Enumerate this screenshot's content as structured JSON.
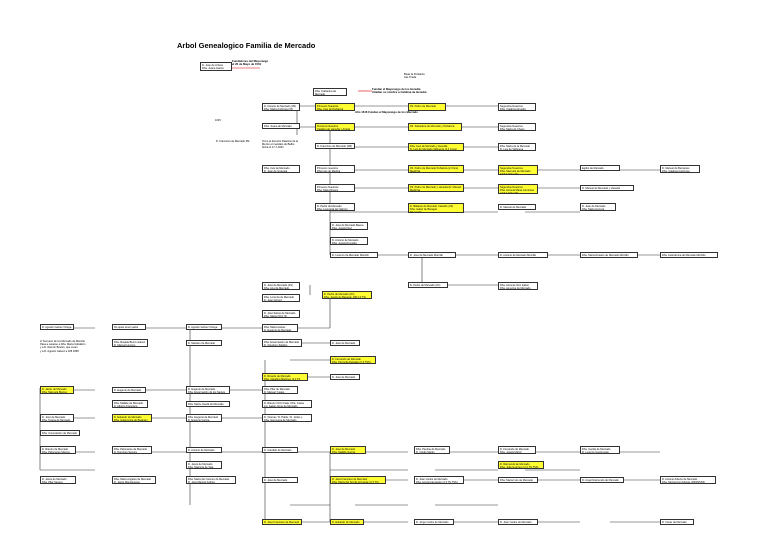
{
  "title": "Arbol Genealogico Familia de Mercado",
  "boxes": [
    {
      "text": "D. Juan de Arrieta\nDña. Juana Garcia",
      "hl": false
    },
    {
      "text": "Dña. Catharina de Mercado\nD. Ramon de Mercado",
      "hl": false
    },
    {
      "text": "D. Antonio de Mercado (3S)\nDña. Maria Ambrosa (3T)",
      "hl": false
    },
    {
      "text": "Primeros Nuestros\nDña. Inés de Peñaloza",
      "hl": true
    },
    {
      "text": "3S. Pedro de Mercado",
      "hl": true
    },
    {
      "text": "Segundos Nuestros\nDña. Catalina Almeida",
      "hl": false
    },
    {
      "text": "Dña. Juana de Mercado",
      "hl": false
    },
    {
      "text": "Terceros Nuestros\nCatalina de Heredia y Arriola (3D)",
      "hl": true
    },
    {
      "text": "3S. Salvadora de Mercado y Peñaloza",
      "hl": true
    },
    {
      "text": "Segundos Nuestros\nDña. Maria de Chaco",
      "hl": false
    },
    {
      "text": "D. Francisco de Mercado (3M)",
      "hl": false
    },
    {
      "text": "Dña. Ines de Mercado y Heredia\nD. Luis de Mercado Valbuena (2.4 Lines)",
      "hl": true
    },
    {
      "text": "Dña. Maria de la Mercado\nD. Luis de Valbuena",
      "hl": false
    },
    {
      "text": "Dña. Inés de Mercado\nD. Juan de Guevara",
      "hl": false
    },
    {
      "text": "Primeros nuestros\nDña Inés de Medina",
      "hl": false
    },
    {
      "text": "3S. Pedro de Mercado Peñaloza (2.3 line)\nMedinSa",
      "hl": true
    },
    {
      "text": "Segundos Nuestros\nDña. Manuela de Mercado\nCASA ASE (2S)",
      "hl": true
    },
    {
      "text": "Egidio de Mercado",
      "hl": false
    },
    {
      "text": "D. Manuel de Berrantes\nDña. Catalina Carrizosa",
      "hl": false
    },
    {
      "text": "Primeros Nuestros\nDña. Maria Rivera",
      "hl": false
    },
    {
      "text": "3S. Pedro de Mercado y Heredia (D. Manuel\nMedinSa",
      "hl": true
    },
    {
      "text": "Segundos Nuestros\nDña. Antonia Maria Carrizosa\nCASA ASE (2S)",
      "hl": true
    },
    {
      "text": "D. Manuel de Mercado y Heredia",
      "hl": false
    },
    {
      "text": "D. Pedro de Mercado\nDña. Leonarda del Valmiro",
      "hl": false
    },
    {
      "text": "D. Baltasar de Mercado Castaño (2S)\nDña. Isabel de Baragan\nRA (2.3 S)",
      "hl": true
    },
    {
      "text": "D. Manuel de Mercado",
      "hl": false
    },
    {
      "text": "D. Juan de Mercado\nDña. Maria Herrera",
      "hl": false
    },
    {
      "text": "D. José de Mercado Baena\nDña. Josefa Díaz",
      "hl": false
    },
    {
      "text": "D. Antonio de Mercado\nDña. Josefa Rovielda",
      "hl": false
    },
    {
      "text": "D. Lorenzo de Mercado Morcillo",
      "hl": false
    },
    {
      "text": "D. José de Mercado Morcillo",
      "hl": false
    },
    {
      "text": "D. Antonio de Mercado Morcillo",
      "hl": false
    },
    {
      "text": "Dña. María Rosario de Mercado Morcillo",
      "hl": false
    },
    {
      "text": "Dña. Asterdonna de Mercado Morcillo",
      "hl": false
    },
    {
      "text": "D. José de Mercado (2S)\nDña. Ana de Mercado",
      "hl": false
    },
    {
      "text": "D. Pedro de Mercado (2C)",
      "hl": false
    },
    {
      "text": "Dña. Antonia Ortiz Isabel\nDña. Agustina de Mercado",
      "hl": false
    },
    {
      "text": "D. Pedro de Mercado (2C)\nDña. Josefa de Baragan (2B 2.3 TS)",
      "hl": true
    },
    {
      "text": "Dña. Lorenza de Mercado\nD. Juan Gómez",
      "hl": false
    },
    {
      "text": "D. José Sebas de Mercado\nDña. María Ortiz (2)",
      "hl": false
    },
    {
      "text": "D. Agustin Galvez Ortega",
      "hl": false
    },
    {
      "text": "No quiso tener padre",
      "hl": false
    },
    {
      "text": "D. Agustin Galvez Ortega",
      "hl": false
    },
    {
      "text": "Dña. Maria Galvez\nD. Eugenio de Mercado",
      "hl": false
    },
    {
      "text": "Dña. Rosalia Bruno Galvez\nD. Manuel Herrero",
      "hl": false
    },
    {
      "text": "D. Mariano de Mercado",
      "hl": false
    },
    {
      "text": "Dña. Encarnación de Mercado\nD. Cleodoro Zaldaro",
      "hl": false
    },
    {
      "text": "D. José de Mercado",
      "hl": false
    },
    {
      "text": "D. Fernando de Mercado\nDña. Petronila Delgado (2.3 TSS)",
      "hl": true
    },
    {
      "text": "D. Ricardo de Mercado\nDña. Claudina Martinez (2.3 TS TSS)",
      "hl": true
    },
    {
      "text": "D. José de Mercado",
      "hl": false
    },
    {
      "text": "D. Javier de Mercado\nDña. Manuela Bustos",
      "hl": true
    },
    {
      "text": "D. Eugenio de Mercado",
      "hl": false
    },
    {
      "text": "D. Eugenio de Mercado\nDña. Encarnación de los Santos",
      "hl": false
    },
    {
      "text": "Dña. Pilar de Mercado\nD. Manuel Yustes",
      "hl": false
    },
    {
      "text": "Dña. Matilde de Mercado\nD. Alberto Francisco",
      "hl": false
    },
    {
      "text": "Dña. María Josefa de Mercado",
      "hl": false
    },
    {
      "text": "D. Ramón Ortiz Fraile, Dña. Juana\nLG. Isabel Jorge de Mercado",
      "hl": false
    },
    {
      "text": "D. José de Mercado\nDña. Teresa de Mercado",
      "hl": false
    },
    {
      "text": "D. Eduardo de Mercado\nDña. Guillermina de Baragan",
      "hl": true
    },
    {
      "text": "Dña. Eugenia de Mercado\nD. Eugenio García",
      "hl": false
    },
    {
      "text": "D. Vicente / D. Pablo / D. Julian y\nDña. Genoveva de Mercado",
      "hl": false
    },
    {
      "text": "Dña. Consolación de Mercado",
      "hl": false
    },
    {
      "text": "D. Ramón de Mercado\nDña. Palomares Marcos",
      "hl": false
    },
    {
      "text": "Dña. Palomares de Mercado\nD. Domingo Segura",
      "hl": false
    },
    {
      "text": "D. Antonio de Mercado",
      "hl": false
    },
    {
      "text": "D. Candido de Mercado",
      "hl": false
    },
    {
      "text": "D. José de Mercado\nDña. Matilde García",
      "hl": true
    },
    {
      "text": "Dña. Paulina de Mercado\nD. Ovidio Martin",
      "hl": false
    },
    {
      "text": "D. Fernando de Mercado\nDña. Josefa Martin",
      "hl": false
    },
    {
      "text": "Dña. Cecilia de Mercado\nD. Lorenzo Garcinuedo",
      "hl": false
    },
    {
      "text": "D. Jesús de Mercado\nDña. Mauricia de Vela",
      "hl": false
    },
    {
      "text": "D. Raimundo de Mercado\nDña. Julia Guerrero (2.3 TS TSS)",
      "hl": true
    },
    {
      "text": "D. Jesús de Mercado\nDña. Pilar Segura",
      "hl": false
    },
    {
      "text": "Dña. Maria Angeles de Mercado\nD. Jesús Manzaneque",
      "hl": false
    },
    {
      "text": "Dña. Maria del Carmen de Mercado\nD. José Manuel Andrés",
      "hl": false
    },
    {
      "text": "D. José de Mercado",
      "hl": false
    },
    {
      "text": "D. José Francisco de Mercado\nDña. María del Sol de la Fuente (2.3 TS)",
      "hl": true
    },
    {
      "text": "D. Juan Carlos de Mercado\nDña. Ana Encarnación (2.3 TS TSS)",
      "hl": false
    },
    {
      "text": "Dña. María Inés de Mercado",
      "hl": false
    },
    {
      "text": "D. Angel Raimundo de Mercado",
      "hl": false
    },
    {
      "text": "D. Antonio Alberto de Mercado\nDña. Montserrat Zubieta (4000SSSS)",
      "hl": false
    },
    {
      "text": "D. José Francisco de Mercado",
      "hl": true
    },
    {
      "text": "D. Eduardo de Mercado",
      "hl": true
    },
    {
      "text": "D. Jorge Carlos de Mercado",
      "hl": false
    },
    {
      "text": "D. Juan Carlos de Mercado",
      "hl": false
    },
    {
      "text": "D. Oscar de Mercado",
      "hl": false
    }
  ],
  "notes": [
    {
      "text": "Fundadores del Mayorazgo\nel 20 de Mayo de 1501",
      "bold": true
    },
    {
      "text": "Bisas la Peñaloza\nIras Tirada",
      "bold": false
    },
    {
      "text": "Fundan el Mayorazgo de los Heredia\nAñadan su nombre a Catalina de Heredia",
      "bold": true
    },
    {
      "text": "Año 1616 Fundan el Mayorazgo de los Mercado",
      "bold": true
    },
    {
      "text": "1615",
      "bold": false
    },
    {
      "text": "D. Francisco de Mercado 3M",
      "bold": false
    },
    {
      "text": "Tomó el derecho Palacios de la\nMezón el mandato de Balbo\nfecha el 17-7-1661",
      "bold": false
    },
    {
      "text": "Lf hermano de los Mercado de Morcillo\nPasa a casarse a Dña. María Caballero\ny a D. Ramón Bustos, que curan\ny a D. Agustín Galvez a 328 1858",
      "bold": false
    }
  ]
}
